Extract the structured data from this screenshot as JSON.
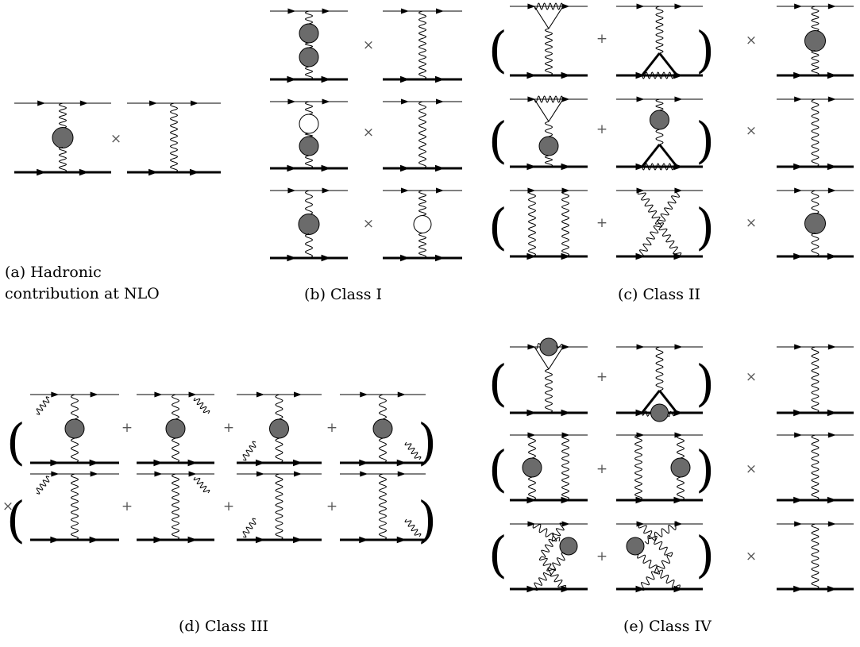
{
  "figure": {
    "captions": {
      "a_line1": "(a) Hadronic",
      "a_line2": "contribution at NLO",
      "b": "(b) Class I",
      "c": "(c) Class II",
      "d": "(d) Class III",
      "e": "(e) Class IV"
    },
    "symbols": {
      "times": "×",
      "plus": "+",
      "open_paren": "(",
      "close_paren": ")"
    },
    "colors": {
      "blob": "#6b6b6b",
      "line": "#000000"
    }
  }
}
